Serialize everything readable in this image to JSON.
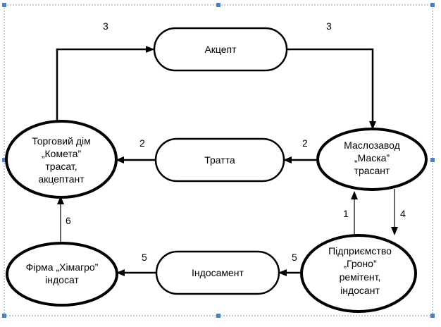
{
  "nodes": {
    "kometa": [
      "Торговий дім",
      "„Комета”",
      "трасат,",
      "акцептант"
    ],
    "maska": [
      "Маслозавод",
      "„Маска”",
      "трасант"
    ],
    "grono": [
      "Підприємство",
      "„Гроно”",
      "ремітент,",
      "індосант"
    ],
    "khimagro": [
      "Фірма „Хімагро”",
      "індосат"
    ]
  },
  "documents": {
    "aktsept": "Акцепт",
    "tratta": "Тратта",
    "indosament": "Індосамент"
  },
  "steps": {
    "top_left": "3",
    "top_right": "3",
    "tratta_left": "2",
    "tratta_right": "2",
    "grono_to_maska": "1",
    "maska_to_grono": "4",
    "indos_right": "5",
    "indos_left": "5",
    "khimagro_up": "6"
  }
}
